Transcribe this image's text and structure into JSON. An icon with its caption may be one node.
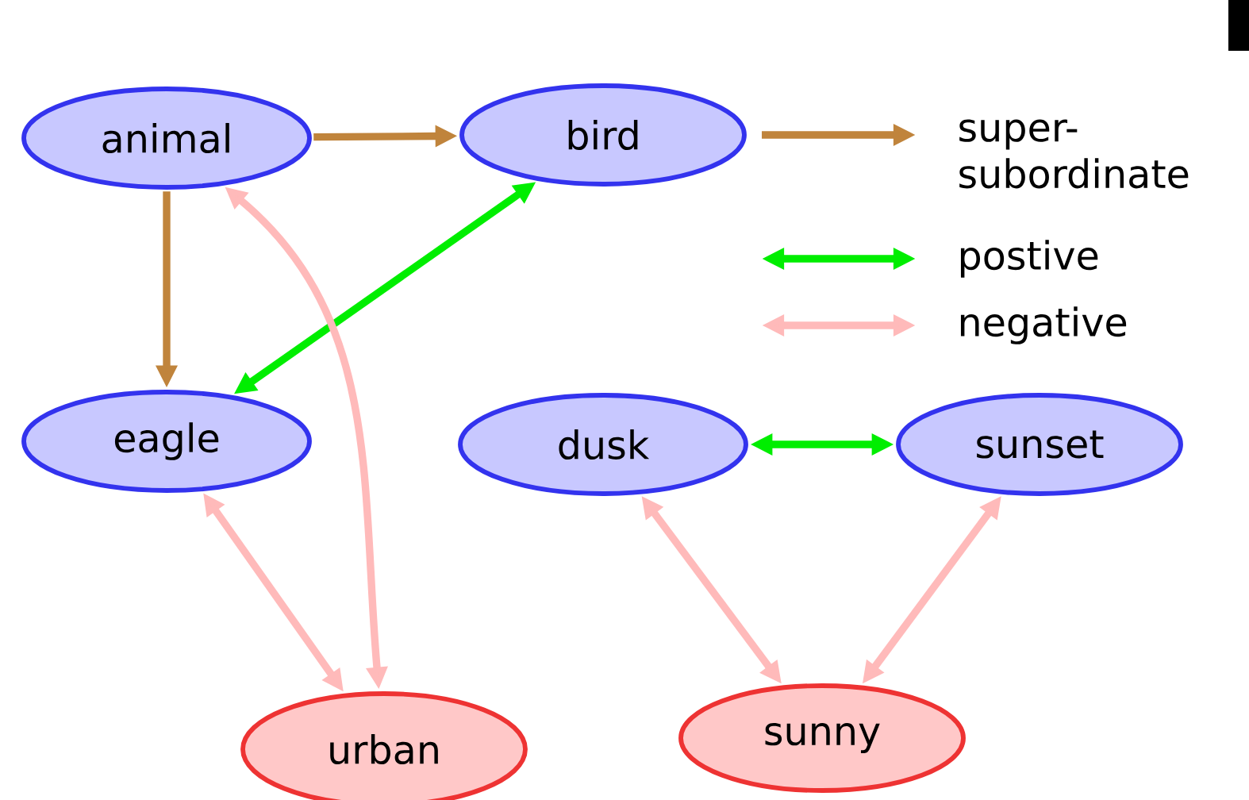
{
  "diagram": {
    "nodes": [
      {
        "text": [
          "animal"
        ]
      },
      {
        "text": [
          "bird"
        ]
      },
      {
        "text": [
          "eagle"
        ]
      },
      {
        "text": [
          "dusk"
        ]
      },
      {
        "text": [
          "sunset"
        ]
      },
      {
        "text": [
          "urban"
        ]
      },
      {
        "text": [
          "sunny"
        ]
      }
    ],
    "edges": [
      {
        "from": 0,
        "to": 1,
        "arrow": "to",
        "color": "#c0843c"
      },
      {
        "from": 0,
        "to": 2,
        "arrow": "to",
        "color": "#c0843c"
      },
      {
        "from": 1,
        "to": 2,
        "arrow": "both",
        "color": "#00ee00"
      },
      {
        "from": 0,
        "to": 5,
        "arrow": "both",
        "color": "#ffbaba"
      },
      {
        "from": 2,
        "to": 5,
        "arrow": "both",
        "color": "#ffbaba"
      },
      {
        "from": 3,
        "to": 4,
        "arrow": "both",
        "color": "#00ee00"
      },
      {
        "from": 3,
        "to": 6,
        "arrow": "both",
        "color": "#ffbaba"
      },
      {
        "from": 4,
        "to": 6,
        "arrow": "both",
        "color": "#ffbaba"
      }
    ],
    "legend": [
      {
        "text": "super-subordinate"
      },
      {
        "text": "postive"
      },
      {
        "text": "negative"
      }
    ]
  }
}
